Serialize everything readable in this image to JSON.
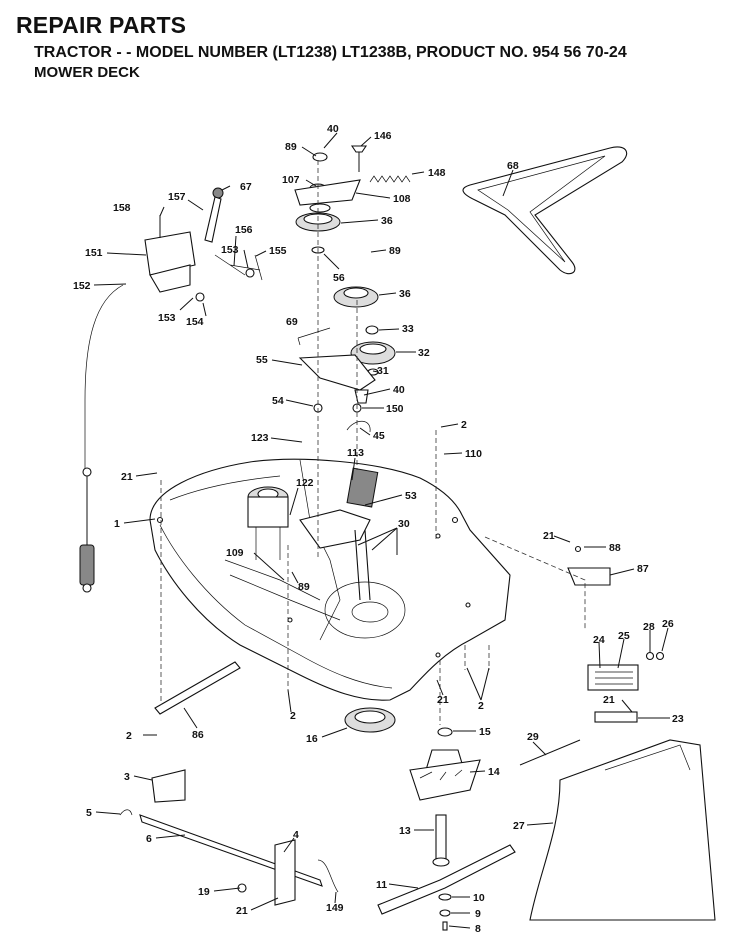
{
  "header": {
    "title": "REPAIR PARTS",
    "subtitle": "TRACTOR - - MODEL NUMBER (LT1238) LT1238B, PRODUCT NO. 954 56 70-24",
    "section": "MOWER DECK"
  },
  "callouts": {
    "c40a": "40",
    "c146": "146",
    "c89a": "89",
    "c107": "107",
    "c148": "148",
    "c108": "108",
    "c36a": "36",
    "c89b": "89",
    "c56": "56",
    "c36b": "36",
    "c68": "68",
    "c67": "67",
    "c157": "157",
    "c158": "158",
    "c156": "156",
    "c153a": "153",
    "c155": "155",
    "c151": "151",
    "c152": "152",
    "c153b": "153",
    "c154": "154",
    "c69": "69",
    "c33": "33",
    "c55": "55",
    "c32": "32",
    "c31": "31",
    "c40b": "40",
    "c54": "54",
    "c150": "150",
    "c2a": "2",
    "c45": "45",
    "c123": "123",
    "c113": "113",
    "c110": "110",
    "c21a": "21",
    "c122": "122",
    "c53": "53",
    "c1": "1",
    "c30": "30",
    "c21b": "21",
    "c88": "88",
    "c109": "109",
    "c89c": "89",
    "c87": "87",
    "c24": "24",
    "c25": "25",
    "c28": "28",
    "c26": "26",
    "c21c": "21",
    "c2b": "2",
    "c21d": "21",
    "c2c": "2",
    "c23": "23",
    "c2d": "2",
    "c86": "86",
    "c16": "16",
    "c15": "15",
    "c29": "29",
    "c3": "3",
    "c14": "14",
    "c5": "5",
    "c6": "6",
    "c27": "27",
    "c13": "13",
    "c4": "4",
    "c11": "11",
    "c19": "19",
    "c10": "10",
    "c21e": "21",
    "c149": "149",
    "c9": "9",
    "c8": "8"
  }
}
